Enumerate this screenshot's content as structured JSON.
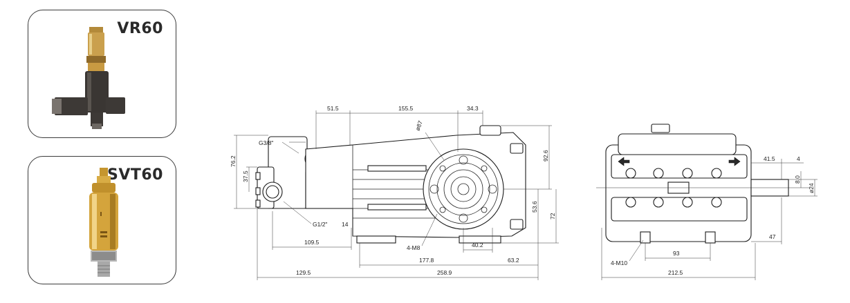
{
  "products": [
    {
      "name": "VR60",
      "icon": "unloader-valve-photo"
    },
    {
      "name": "SVT60",
      "icon": "safety-valve-photo"
    }
  ],
  "drawing": {
    "ports": {
      "outlet": "G3/8\"",
      "inlet": "G1/2\""
    },
    "side_view": {
      "dims": {
        "d51_5": "51.5",
        "d155_5": "155.5",
        "d34_3": "34.3",
        "phi87": "ø87",
        "d76_2": "76.2",
        "d37_5": "37.5",
        "d92_6": "92.6",
        "d53_6": "53.6",
        "d72": "72",
        "d14": "14",
        "d109_5": "109.5",
        "m8": "4-M8",
        "d40_2": "40.2",
        "d177_8": "177.8",
        "d63_2": "63.2",
        "d129_5": "129.5",
        "d258_9": "258.9"
      }
    },
    "top_view": {
      "dims": {
        "d41_5": "41.5",
        "d4": "4",
        "d8_0": "8.0",
        "phi24": "ø24",
        "d47": "47",
        "d93": "93",
        "m10": "4-M10",
        "d212_5": "212.5"
      }
    }
  }
}
